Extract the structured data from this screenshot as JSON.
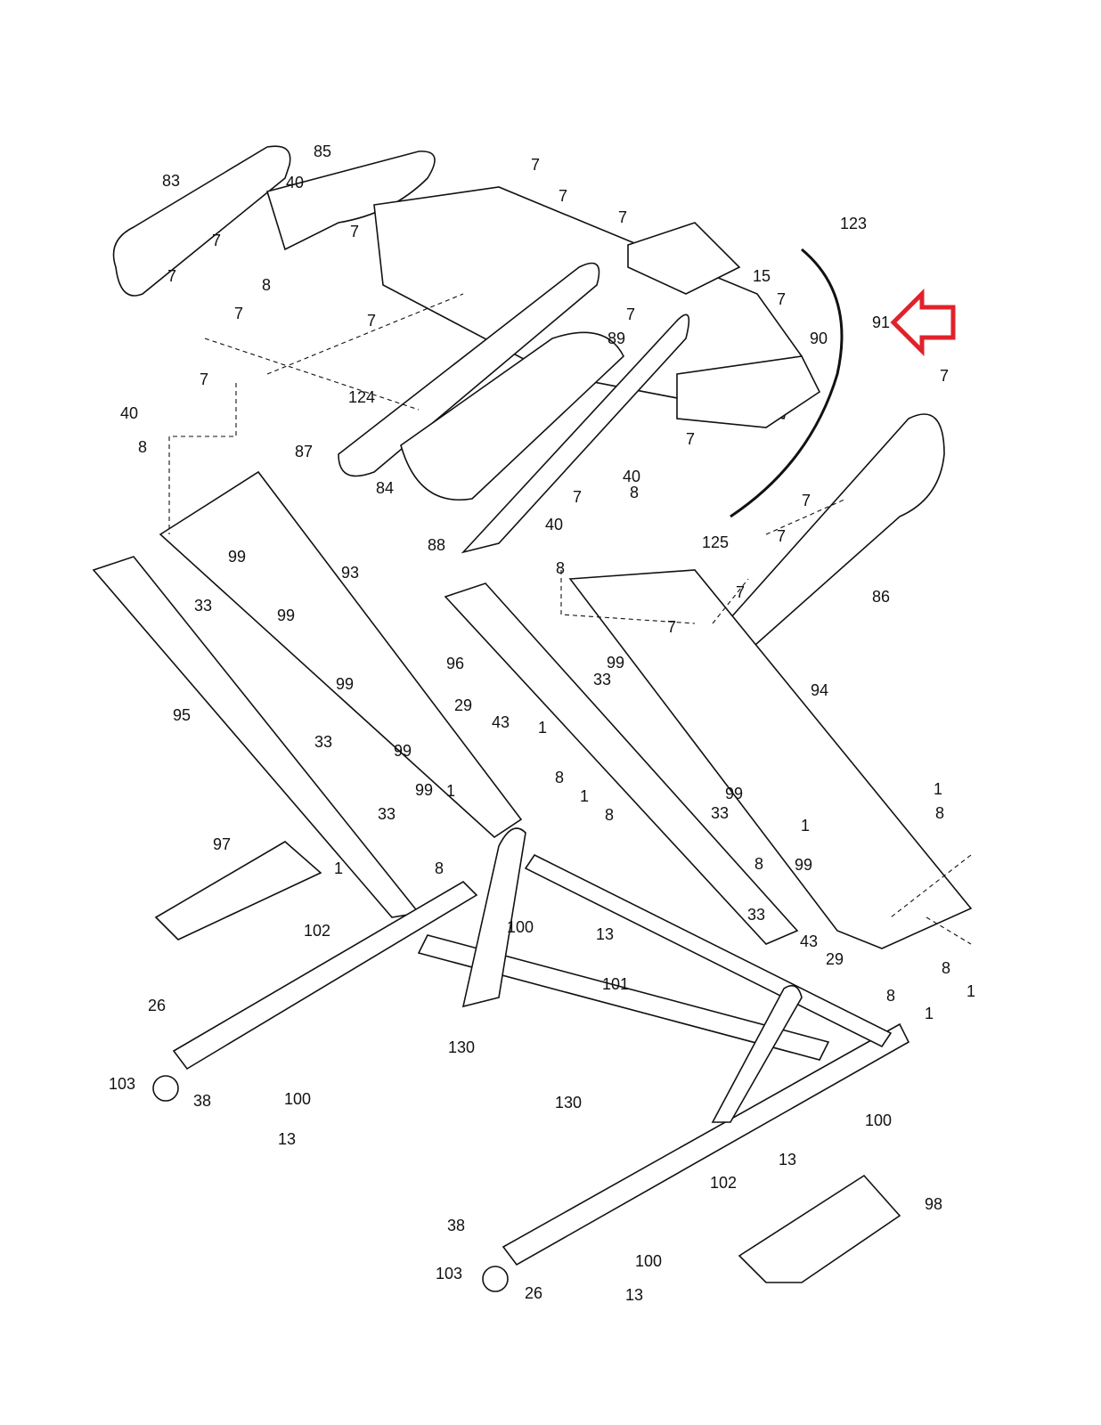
{
  "diagram": {
    "type": "exploded parts diagram",
    "highlight_color": "#e0222a",
    "highlighted_part": "91",
    "labels": [
      "83",
      "85",
      "7",
      "7",
      "40",
      "7",
      "123",
      "7",
      "7",
      "7",
      "15",
      "8",
      "7",
      "7",
      "7",
      "7",
      "91",
      "89",
      "90",
      "7",
      "124",
      "7",
      "40",
      "8",
      "87",
      "7",
      "40",
      "84",
      "8",
      "7",
      "7",
      "40",
      "125",
      "88",
      "7",
      "8",
      "99",
      "93",
      "99",
      "33",
      "86",
      "7",
      "7",
      "96",
      "99",
      "33",
      "99",
      "95",
      "94",
      "29",
      "43",
      "1",
      "33",
      "99",
      "8",
      "1",
      "8",
      "99",
      "33",
      "99",
      "1",
      "33",
      "1",
      "1",
      "8",
      "97",
      "1",
      "8",
      "8",
      "99",
      "33",
      "102",
      "100",
      "13",
      "43",
      "29",
      "8",
      "1",
      "8",
      "1",
      "101",
      "26",
      "130",
      "103",
      "38",
      "100",
      "130",
      "100",
      "13",
      "13",
      "102",
      "98",
      "38",
      "100",
      "103",
      "26",
      "13"
    ]
  }
}
